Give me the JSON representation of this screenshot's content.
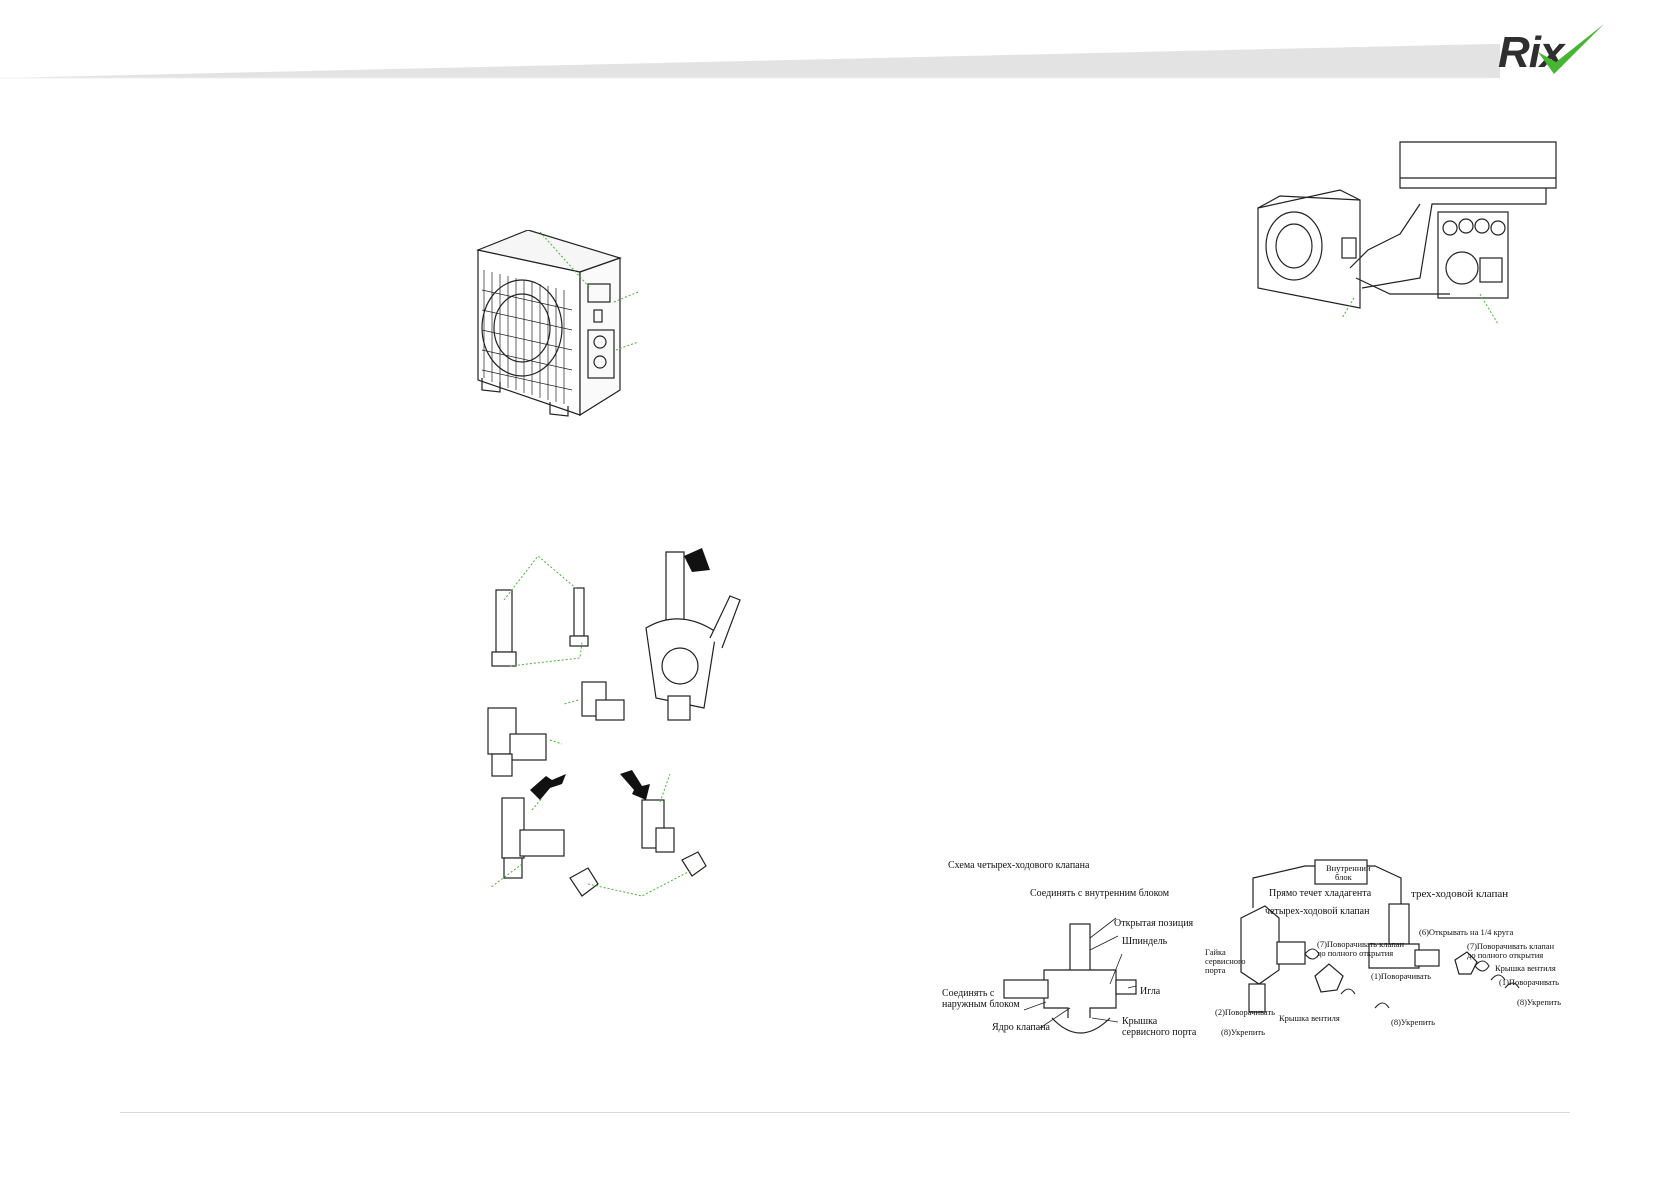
{
  "brand": {
    "logo_text": "Rix",
    "accent_color": "#46b533",
    "band_color": "#e3e3e3"
  },
  "four_way_diagram": {
    "title": "Схема четырех-ходового клапана",
    "labels": {
      "connect_indoor": "Соединять с внутренним блоком",
      "open_position": "Открытая позиция",
      "spindle": "Шпиндель",
      "connect_outdoor_1": "Соединять с",
      "connect_outdoor_2": "наружным блоком",
      "needle": "Игла",
      "valve_core": "Ядро клапана",
      "service_cap_1": "Крышка",
      "service_cap_2": "сервисного порта"
    }
  },
  "three_way_diagram": {
    "labels": {
      "indoor_unit_1": "Внутренний",
      "indoor_unit_2": "блок",
      "refrigerant_flow": "Прямо течет хладагента",
      "four_way_valve": "четырех-ходовой клапан",
      "three_way_valve": "трех-ходовой клапан",
      "open_quarter": "(6)Открывать на 1/4 круга",
      "turn_full_open_1": "(7)Поворачивать клапан",
      "turn_full_open_2": "до полного открытия",
      "valve_cap_right": "Крышка вентиля",
      "turn_1_right": "(1)Поворачивать",
      "tighten_8_right": "(8)Укрепить",
      "service_nut_1": "Гайка",
      "service_nut_2": "сервисного",
      "service_nut_3": "порта",
      "turn_7_mid_1": "(7)Поворачивать клапан",
      "turn_7_mid_2": "до полного открытия",
      "turn_1_mid": "(1)Поворачивать",
      "turn_2": "(2)Поворачивать",
      "valve_cap_mid": "Крышка вентиля",
      "tighten_8_mid": "(8)Укрепить",
      "tighten_8_left": "(8)Укрепить"
    }
  }
}
